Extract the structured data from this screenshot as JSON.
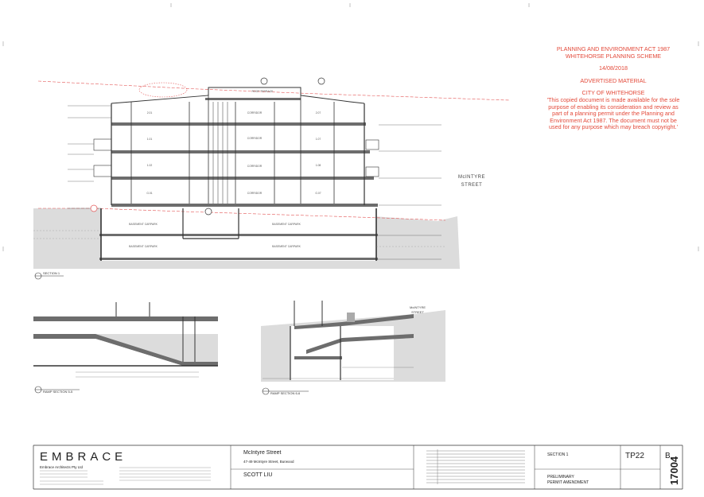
{
  "advertised_stamp": {
    "act_line1": "PLANNING AND ENVIRONMENT ACT 1987",
    "act_line2": "WHITEHORSE PLANNING SCHEME",
    "date": "14/08/2018",
    "status": "ADVERTISED MATERIAL",
    "council": "CITY OF WHITEHORSE",
    "notice_lines": [
      "'This copied document is made available for the sole",
      "purpose of enabling its consideration and review as",
      "part of a planning permit under the Planning and",
      "Environment Act 1987. The document must not be",
      "used for any purpose which may breach copyright.'"
    ]
  },
  "drawing_labels": {
    "street_label": "MCINTYRE STREET",
    "street_label_small": "McINTYRE STREET",
    "section_title": "SECTION 1",
    "ramp_section_left": "RAMP SECTION 5-5",
    "ramp_section_right": "RAMP SECTION 6-6",
    "corridor": "CORRIDOR",
    "basement_carpark": "BASEMENT CARPARK",
    "roof_terrace": "ROOF TERRACE"
  },
  "title_block": {
    "firm_logo": "EMBRACE",
    "firm_name": "Embrace Architects Pty Ltd",
    "project_title": "McIntyre Street",
    "project_address": "47-49 McIntyre Street, Burwood",
    "client": "SCOTT LIU",
    "drawing_title": "SECTION 1",
    "drawing_number": "TP22",
    "revision": "B",
    "job_number": "17004",
    "issue_status": "PRELIMINARY",
    "issue_purpose": "PERMIT AMENDMENT"
  }
}
